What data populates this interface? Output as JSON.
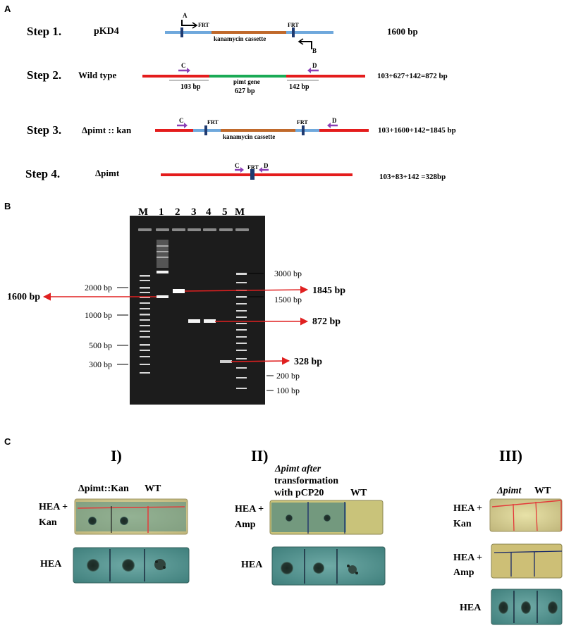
{
  "panelA": {
    "label": "A",
    "steps": [
      {
        "step": "Step 1.",
        "name": "pKD4",
        "size": "1600 bp",
        "frt1": "FRT",
        "frt2": "FRT",
        "cassette": "kanamycin cassette",
        "primerA": "A",
        "primerB": "B"
      },
      {
        "step": "Step 2.",
        "name": "Wild type",
        "size": "103+627+142=872 bp",
        "primerC": "C",
        "primerD": "D",
        "gene": "pimt gene",
        "left": "103 bp",
        "mid": "627 bp",
        "right": "142 bp"
      },
      {
        "step": "Step 3.",
        "name": "Δpimt :: kan",
        "size": "103+1600+142=1845 bp",
        "primerC": "C",
        "primerD": "D",
        "frt1": "FRT",
        "frt2": "FRT",
        "cassette": "kanamycin cassette"
      },
      {
        "step": "Step 4.",
        "name": "Δpimt",
        "size": "103+83+142 =328bp",
        "primerC": "C",
        "primerD": "D",
        "frt": "FRT"
      }
    ]
  },
  "panelB": {
    "label": "B",
    "lanes": [
      "M",
      "1",
      "2",
      "3",
      "4",
      "5",
      "M"
    ],
    "left_ladder": [
      "2000 bp",
      "1000 bp",
      "500 bp",
      "300 bp"
    ],
    "right_ladder": [
      "3000 bp",
      "1500 bp",
      "200 bp",
      "100 bp"
    ],
    "band_labels": [
      "1600 bp",
      "1845 bp",
      "872 bp",
      "328 bp"
    ]
  },
  "panelC": {
    "label": "C",
    "sub1": {
      "title": "I)",
      "col1": "Δpimt::Kan",
      "col2": "WT",
      "row1": [
        "HEA +",
        "Kan"
      ],
      "row2": "HEA"
    },
    "sub2": {
      "title": "II)",
      "header": [
        "Δpimt after",
        "transformation",
        "with pCP20"
      ],
      "col2": "WT",
      "row1": [
        "HEA +",
        "Amp"
      ],
      "row2": "HEA"
    },
    "sub3": {
      "title": "III)",
      "col1": "Δpimt",
      "col2": "WT",
      "row1": [
        "HEA +",
        "Kan"
      ],
      "row2": [
        "HEA +",
        "Amp"
      ],
      "row3": "HEA"
    }
  },
  "colors": {
    "blue_segment": "#6fa8dc",
    "red_segment": "#e41c1c",
    "orange_segment": "#c0692b",
    "green_segment": "#1aaa55",
    "frt_mark": "#1f3a70",
    "primer_arrow": "#8b3fb5",
    "pointer_red": "#e02020",
    "gel_background": "#1c1c1c"
  }
}
